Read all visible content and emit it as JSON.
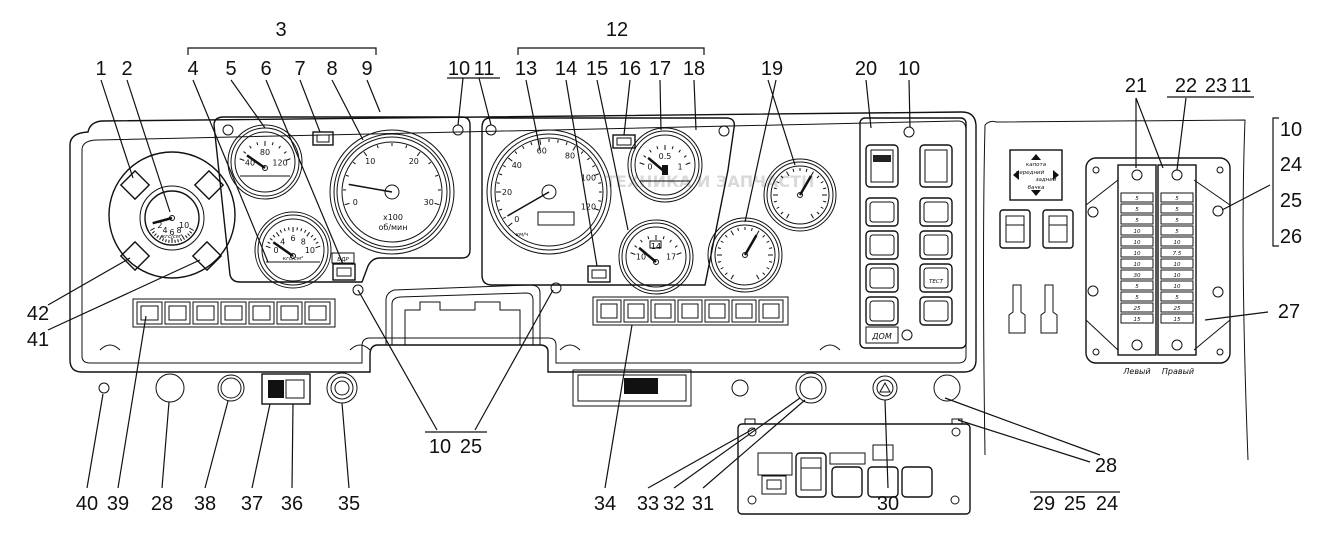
{
  "callouts": [
    "1",
    "2",
    "3",
    "4",
    "5",
    "6",
    "7",
    "8",
    "9",
    "10",
    "11",
    "12",
    "13",
    "14",
    "15",
    "16",
    "17",
    "18",
    "19",
    "20",
    "10",
    "21",
    "22",
    "23",
    "11",
    "10",
    "24",
    "25",
    "26",
    "27",
    "42",
    "41",
    "40",
    "39",
    "28",
    "38",
    "37",
    "36",
    "35",
    "10",
    "25",
    "34",
    "33",
    "32",
    "31",
    "30",
    "29",
    "25",
    "24",
    "28"
  ],
  "gauges": {
    "left_pressure": {
      "ticks": [
        "2",
        "4",
        "6",
        "8",
        "10"
      ],
      "unit": "кгс/см²"
    },
    "temperature": {
      "ticks": [
        "40",
        "80",
        "120"
      ],
      "unit": "°C"
    },
    "oil_pressure": {
      "ticks": [
        "0",
        "4",
        "6",
        "8",
        "10"
      ],
      "unit": "кгс/см²"
    },
    "tachometer": {
      "ticks": [
        "0",
        "10",
        "20",
        "30"
      ],
      "unit_scale": "x100",
      "unit": "об/мин"
    },
    "speedometer": {
      "ticks": [
        "0",
        "20",
        "40",
        "60",
        "80",
        "100",
        "120"
      ],
      "unit": "км/ч"
    },
    "fuel": {
      "ticks": [
        "0",
        "0.5",
        "1"
      ]
    },
    "voltmeter": {
      "ticks": [
        "10",
        "14",
        "17"
      ]
    }
  },
  "switch_panel": {
    "bottom_label": "ДОМ",
    "test_label": "ТЕСТ"
  },
  "lamp_label": "БДР",
  "direction_box": {
    "up": "капота",
    "left": "передний",
    "right": "задний",
    "down": "бачка"
  },
  "fuse_box": {
    "left_label": "Левый",
    "right_label": "Правый",
    "left_values": [
      "5",
      "5",
      "5",
      "10",
      "10",
      "10",
      "10",
      "30",
      "5",
      "5",
      "25",
      "15"
    ],
    "right_values": [
      "5",
      "5",
      "5",
      "5",
      "10",
      "7.5",
      "10",
      "10",
      "10",
      "5",
      "25",
      "15"
    ]
  },
  "watermark": "ТЕХНИКА И ЗАПЧАСТИ"
}
